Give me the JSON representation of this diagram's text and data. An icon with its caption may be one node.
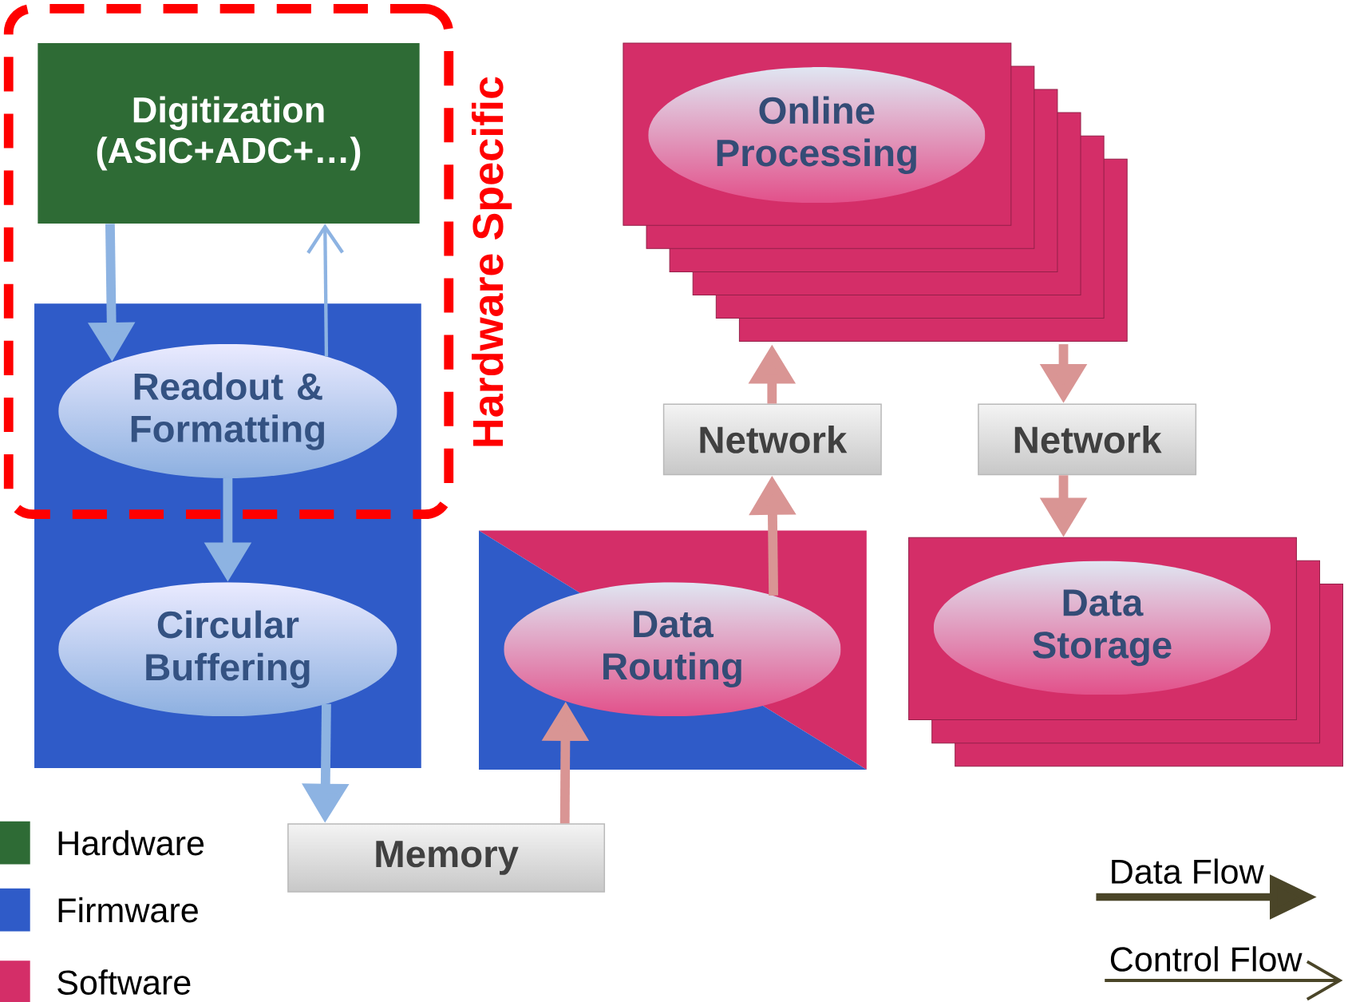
{
  "diagram": {
    "nodes": [
      {
        "text": [
          "Hardware Specific"
        ]
      },
      {
        "text": [
          "Digitization (ASIC+ADC+…)"
        ],
        "in": 0
      },
      {
        "text": [],
        "shape": "box"
      },
      {
        "text": [
          "Readout & Formatting"
        ]
      },
      {
        "text": [
          "Circular Buffering"
        ],
        "in": 2
      },
      {
        "text": [],
        "shape": "box"
      },
      {
        "text": [
          "Online Processing"
        ],
        "in": 5
      },
      {
        "text": [
          "Network"
        ]
      },
      {
        "text": [
          "Network"
        ]
      },
      {
        "text": [],
        "shape": "box"
      },
      {
        "text": [
          "Data Routing"
        ],
        "in": 9
      },
      {
        "text": [],
        "shape": "box"
      },
      {
        "text": [
          "Data Storage"
        ],
        "in": 11
      },
      {
        "text": [
          "Memory"
        ]
      }
    ],
    "edges": [
      {
        "from": 1,
        "to": 3,
        "arrow": "to",
        "color": "#8db3e2"
      },
      {
        "from": 3,
        "to": 1,
        "arrow": "to",
        "color": "#8db3e2"
      },
      {
        "from": 3,
        "to": 4,
        "arrow": "to",
        "color": "#8db3e2"
      },
      {
        "from": 4,
        "to": 13,
        "arrow": "to",
        "color": "#8db3e2"
      },
      {
        "from": 13,
        "to": 10,
        "arrow": "to"
      },
      {
        "from": 10,
        "to": 7,
        "arrow": "to"
      },
      {
        "from": 7,
        "to": 5,
        "arrow": "to"
      },
      {
        "from": 5,
        "to": 8,
        "arrow": "to"
      },
      {
        "from": 8,
        "to": 11,
        "arrow": "to"
      }
    ],
    "legend": [
      {
        "text": "Hardware",
        "color": "#2e6b35"
      },
      {
        "text": "Firmware",
        "color": "#2f5bc8"
      },
      {
        "text": "Software",
        "color": "#d42e68"
      },
      {
        "text": "Data Flow"
      },
      {
        "text": "Control Flow"
      }
    ]
  }
}
